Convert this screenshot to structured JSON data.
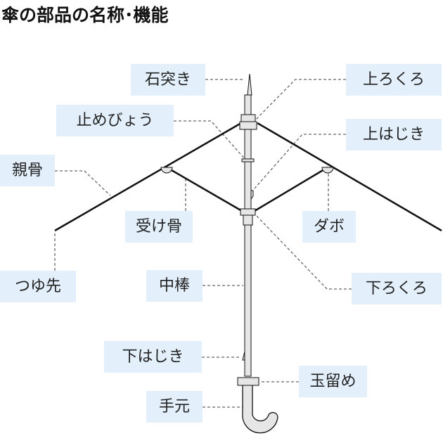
{
  "title": "傘の部品の名称･機能",
  "colors": {
    "label_bg": "#e3f0fb",
    "part_fill": "#e6e6e6",
    "line": "#111111",
    "leader": "#666666"
  },
  "labels": {
    "ishizuki": "石突き",
    "ue_rokuro": "上ろくろ",
    "tomebyou": "止めびょう",
    "ue_hajiki": "上はじき",
    "oyabone": "親骨",
    "ukebone": "受け骨",
    "dabo": "ダボ",
    "tsuyusaki": "つゆ先",
    "nakabou": "中棒",
    "shita_rokuro": "下ろくろ",
    "shita_hajiki": "下はじき",
    "tamadome": "玉留め",
    "temoto": "手元"
  }
}
